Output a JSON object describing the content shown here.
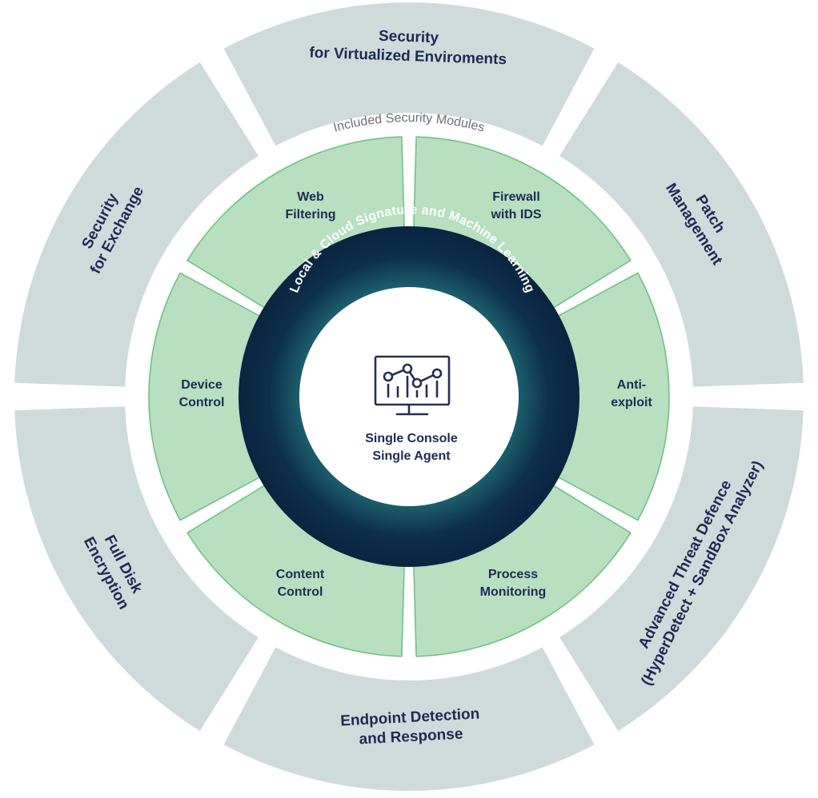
{
  "center": {
    "line1": "Single Console",
    "line2": "Single Agent",
    "icon": "monitor-chart-icon"
  },
  "ring_label": "Local & Cloud Signature and Machine Learning",
  "modules_caption": "Included Security Modules",
  "inner_modules": [
    {
      "id": "web-filtering",
      "line1": "Web",
      "line2": "Filtering"
    },
    {
      "id": "firewall",
      "line1": "Firewall",
      "line2": "with IDS"
    },
    {
      "id": "anti-exploit",
      "line1": "Anti-",
      "line2": "exploit"
    },
    {
      "id": "process-monitoring",
      "line1": "Process",
      "line2": "Monitoring"
    },
    {
      "id": "content-control",
      "line1": "Content",
      "line2": "Control"
    },
    {
      "id": "device-control",
      "line1": "Device",
      "line2": "Control"
    }
  ],
  "outer_addons": [
    {
      "id": "virtualized",
      "line1": "Security",
      "line2": "for Virtualized Enviroments"
    },
    {
      "id": "patch",
      "line1": "Patch",
      "line2": "Management"
    },
    {
      "id": "atd",
      "line1": "Advanced Threat Defence",
      "line2": "(HyperDetect + SandBox Analyzer)"
    },
    {
      "id": "edr",
      "line1": "Endpoint Detection",
      "line2": "and Response"
    },
    {
      "id": "fde",
      "line1": "Full Disk",
      "line2": "Encryption"
    },
    {
      "id": "exchange",
      "line1": "Security",
      "line2": "for Exchange"
    }
  ],
  "colors": {
    "outer_segment": "#cfdadb",
    "inner_segment": "#b7dfc0",
    "inner_border": "#6cbf7e",
    "ring_dark": "#0e2f4a",
    "ring_teal": "#1f6b74",
    "text_navy": "#1d2b52",
    "icon_navy": "#262e56"
  }
}
